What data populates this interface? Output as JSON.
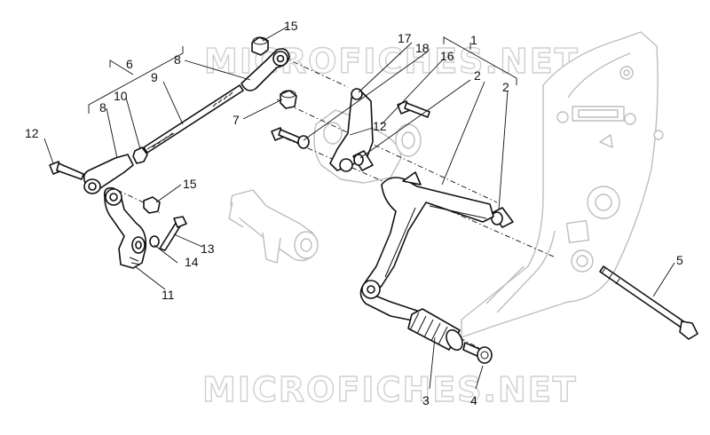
{
  "watermark": {
    "text": "MICROFICHES.NET",
    "color": "#cfcfcf"
  },
  "callouts": {
    "c1": "1",
    "c2a": "2",
    "c2b": "2",
    "c3": "3",
    "c4": "4",
    "c5": "5",
    "c6": "6",
    "c7": "7",
    "c8a": "8",
    "c8b": "8",
    "c9": "9",
    "c10": "10",
    "c11": "11",
    "c12a": "12",
    "c12b": "12",
    "c13": "13",
    "c14": "14",
    "c15a": "15",
    "c15b": "15",
    "c16": "16",
    "c17": "17",
    "c18": "18"
  },
  "colors": {
    "line": "#111111",
    "ghost": "#bdbdbd",
    "background": "#ffffff"
  }
}
